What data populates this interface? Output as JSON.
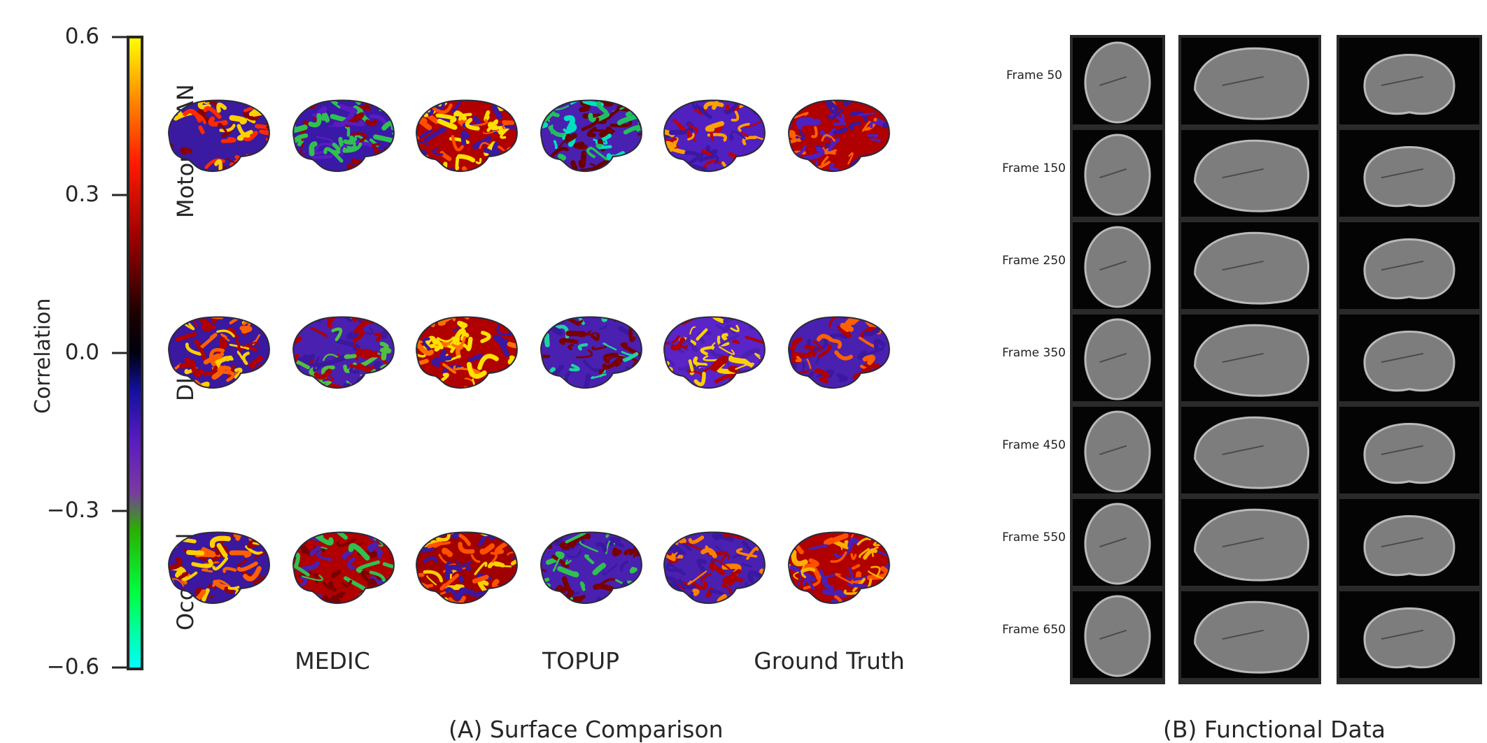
{
  "colorbar": {
    "label": "Correlation",
    "ticks": [
      "0.6",
      "0.3",
      "0.0",
      "−0.3",
      "−0.6"
    ],
    "range": [
      -0.6,
      0.6
    ],
    "colormap": [
      "#00ffff",
      "#00ff00",
      "#6a2ca8",
      "#000044",
      "#000000",
      "#ff0000",
      "#ffff00"
    ]
  },
  "surface_comparison": {
    "title": "(A) Surface Comparison",
    "rows": [
      "Motor/SCAN",
      "DLPFC",
      "Occipital"
    ],
    "columns": [
      "MEDIC",
      "TOPUP",
      "Ground Truth"
    ]
  },
  "functional_data": {
    "title": "(B) Functional Data",
    "frames": [
      "Frame 50",
      "Frame 150",
      "Frame 250",
      "Frame 350",
      "Frame 450",
      "Frame 550",
      "Frame 650"
    ],
    "views": [
      "axial",
      "sagittal",
      "coronal"
    ]
  }
}
